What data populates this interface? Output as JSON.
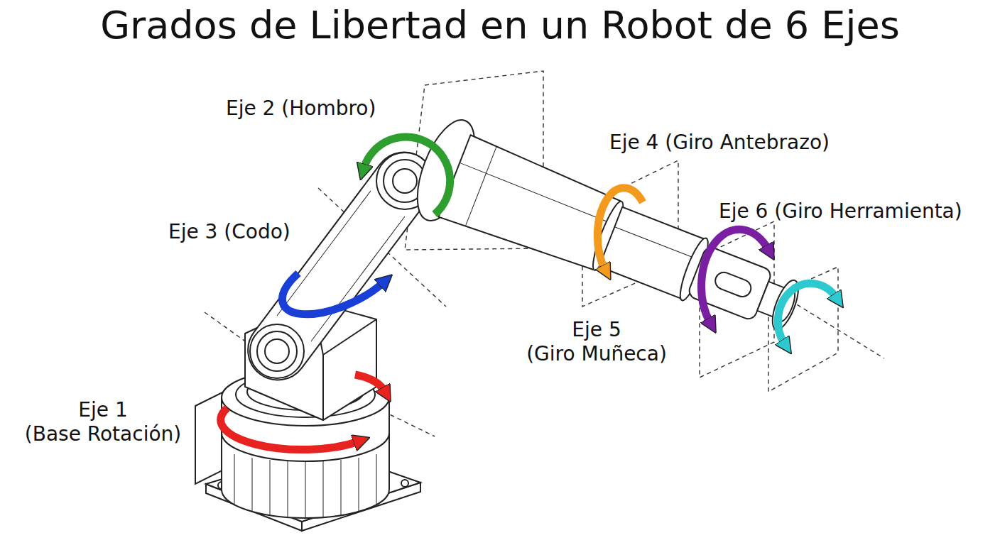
{
  "diagram": {
    "title": "Grados de Libertad en un Robot de 6 Ejes",
    "labels": [
      "Eje 2 (Hombro)",
      "Eje 4 (Giro Antebrazo)",
      "Eje 6 (Giro Herramienta)",
      "Eje 3 (Codo)",
      "Eje 5 (Giro Muñeca)",
      "Eje 1 (Base Rotación)"
    ]
  }
}
